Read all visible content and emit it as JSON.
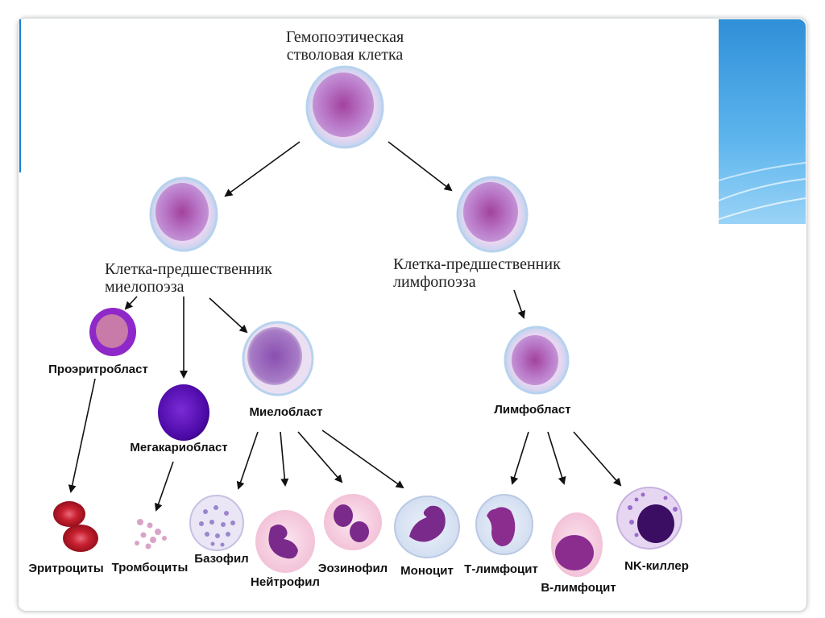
{
  "labels": {
    "hsc_line1": "Гемопоэтическая",
    "hsc_line2": "стволовая клетка",
    "myeloid_line1": "Клетка-предшественник",
    "myeloid_line2": "миелопоэза",
    "lymphoid_line1": "Клетка-предшественник",
    "lymphoid_line2": "лимфопоэза",
    "proerythroblast": "Проэритробласт",
    "megakaryoblast": "Мегакариобласт",
    "myeloblast": "Миелобласт",
    "lymphoblast": "Лимфобласт",
    "erythrocytes": "Эритроциты",
    "thrombocytes": "Тромбоциты",
    "basophil": "Базофил",
    "neutrophil": "Нейтрофил",
    "eosinophil": "Эозинофил",
    "monocyte": "Моноцит",
    "t_lymphocyte": "Т-лимфоцит",
    "b_lymphocyte": "В-лимфоцит",
    "nk_killer": "NK-киллер"
  },
  "colors": {
    "accent_blue": "#2f8fd8",
    "cell_membrane": "#c9dff2",
    "nucleus_violet": "#9a4fb0",
    "erythrocyte_red": "#b01828",
    "megakaryoblast_violet": "#5b10b8"
  }
}
